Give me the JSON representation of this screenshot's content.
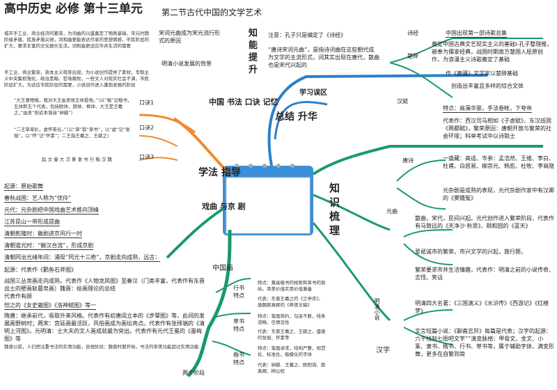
{
  "header": {
    "title": "高中历史 必修 第十三单元",
    "subtitle": "第二节古代中国的文学艺术"
  },
  "center": {
    "learning_area": "学习误区",
    "summary": "总结\n升华",
    "method": "学法\n指导",
    "knowledge": "知\n识\n梳\n理",
    "ability": "知\n能\n提\n升",
    "memory": "中国\n书法\n口诀\n记忆",
    "opera": "戏曲\n与京\n剧",
    "painting": "中国画"
  },
  "left_notes": [
    "城市手工业、商业经济的繁荣，为词曲的兴盛奠定了物质基础，宋元时期阶级矛盾、民族矛盾尖锐，词和曲更能表达作家的思想情感，市民阶层的扩大，要求丰富的文化娱乐生活，词和曲更适应市井生活的需要",
    "手工业、商业繁荣，资本主义萌芽出现，为小说创作提供了素材，专制主义中央集权强化，政治黑暗、官场腐败，一些文人对现实社会不满，市民阶层扩大，为适应市民阶层的需要，小说创作进入蓬勃发展的阶段"
  ],
  "song_yuan": "宋词元曲成为宋元流行形式的原因",
  "ming_qing": "明清小说发展的背景",
  "calligraphy_rhyme": {
    "r1": "口诀1",
    "r2": "口诀2",
    "r3": "口诀3",
    "t1": "“大王喜嗯楷，我对大王由衷地五体投地。”（以“楷”记楷书，五体即五个代表，包括欧体、颜体、柳体、大王是王羲之，”由衷”则近本谐音“钟繇”）",
    "t2": "“二王草草扒，虚怀若谷。”（以“草”取“草书”，以“虚”记“张旭”，以“怀”记“怀素”；二王指王羲之、王献之）",
    "t3": "起 文 秦 大 汉 篆 隶 书 行 楷 汉 魏"
  },
  "opera_notes": [
    "起源：原始歌舞",
    "春秋战国：艺人称为“优伶”",
    "元代：元杂剧把中国戏曲艺术推向顶峰",
    "江苏昆山一带形成昆曲",
    "清朝乾隆时：徽剧进京风行一时",
    "清朝道光时：“徽汉合流”，形成京剧",
    "清朝同治光绪年间：涌现“同光十三绝”，京剧走向成熟，远古："
  ],
  "painting_notes": [
    "起源：代表作《鹳鱼石斧图》",
    "战国三丛帛画走向成熟。代表作《人物龙凤图》至秦汉（门类丰富，代表作有东晋出土的壁画轪墓帛画）魏晋：绘画理论的总结",
    "代表作有顾",
    "恺之的《女史箴图》《洛神赋图》等一",
    "隋唐：继承前代，吸取外来风格。代表作有初唐阎立本的《步辇图》等，此间的发展画野树时；两宋：宫廷画最活跃，风俗画成为画坛亮点。代表作有张择端的《清明上河图》。元明清：士大夫的文人画成就最为突出。代表作有元代王冕的《墨梅图》等",
    "魏晋以前，人们把注重书法的实用功能，自觉阶段：魏晋时期开始，书法的审美功能超过实用功能"
  ],
  "painting_features": {
    "f1": "特点：兼具楷书的规矩和草书的放纵，审美价值实用价值兼备",
    "f2": "代表：东晋王羲之的《兰亭序》、唐朝颜真卿的《祭侄文稿》",
    "f3": "特点：笔画简约，勾连不断，线条流畅，任情恣性",
    "f4": "代表：东晋王羲之、王献之，盛唐的张旭、怀素等",
    "f5": "特点：笔画讲求，结构严整，规范化、标准化，楷模化的字体",
    "f6": "代表：钟繇、王羲之、欧阳询、颜真卿、柳公权",
    "xing": "行书特点",
    "cao": "草书特点",
    "kai": "楷书特点",
    "liang": "两个阶段"
  },
  "middle_notes": {
    "n1": "注意：孔子只是编定了《诗经》",
    "n2": "“唐诗宋词元曲”，是指诗词曲在这些朝代成为文学的主流形式，词其实出现在唐代，散曲也是宋代兴起的"
  },
  "right_poetry": {
    "shijing": "诗经",
    "shijing_v": "中国出现第一部诗歌总集",
    "chuci": "楚辞",
    "r1": "奠定中国古典文艺现实主义的基础Ⅰ-孔子整理推，被奉为儒家经典，战国时期南方楚国人屈原创作，为浪漫主义诗歌奠定了基础",
    "r2": "作《离骚》文学家以楚辞基础",
    "r3": "创造出丰富且多样的综合文体"
  },
  "hanfu": {
    "label": "汉赋",
    "t1": "特点：商藻华丽，手法卷帐，下夸帝",
    "t2": "代表作：西汉司马相如《子虚赋》、东汉班固《两都赋》，繁荣原因：唐朝开放与繁荣的社会环境；科举考试中以诗取士",
    "t3": "一盛藏：高适、岑参：孟浩然、王维、李白、杜甫、白居易、柳宗元、韩愈、杜牧、李商隐",
    "t4": "元杂剧是成熟的表现，元代杂剧作家中有汉卿的《窦娥冤》"
  },
  "tangshi": "唐诗",
  "yuanqu": {
    "label": "元曲",
    "t1": "散曲，宋代，民间兴起。元代创作进入繁荣阶段，代表作有马致远的《天净沙·秋思》、颐和园的《蓝天》",
    "t2": "爱貮诚市的繁荣，市兴文学的兴起，旅行题，",
    "t3": "繁荣要求市井生活情趣，代表作：明清之前的小说传奇、志怪、笑话"
  },
  "ming_qing_novel": {
    "label": "明清小说",
    "t1": "明清四大名著：《三国演义》《水浒传》《西游记》《红楼梦》",
    "t2": "文言短篇小说：《聊斋志异》每篇是代表；汉字的起源：六千残刻七图吧文字””演变脉络：甲骨文、金文、小篆、隶书、楷书、行书、草书等，属于辅助字体，满变形舞，更多在自繁到简"
  },
  "hanzi": "汉字"
}
